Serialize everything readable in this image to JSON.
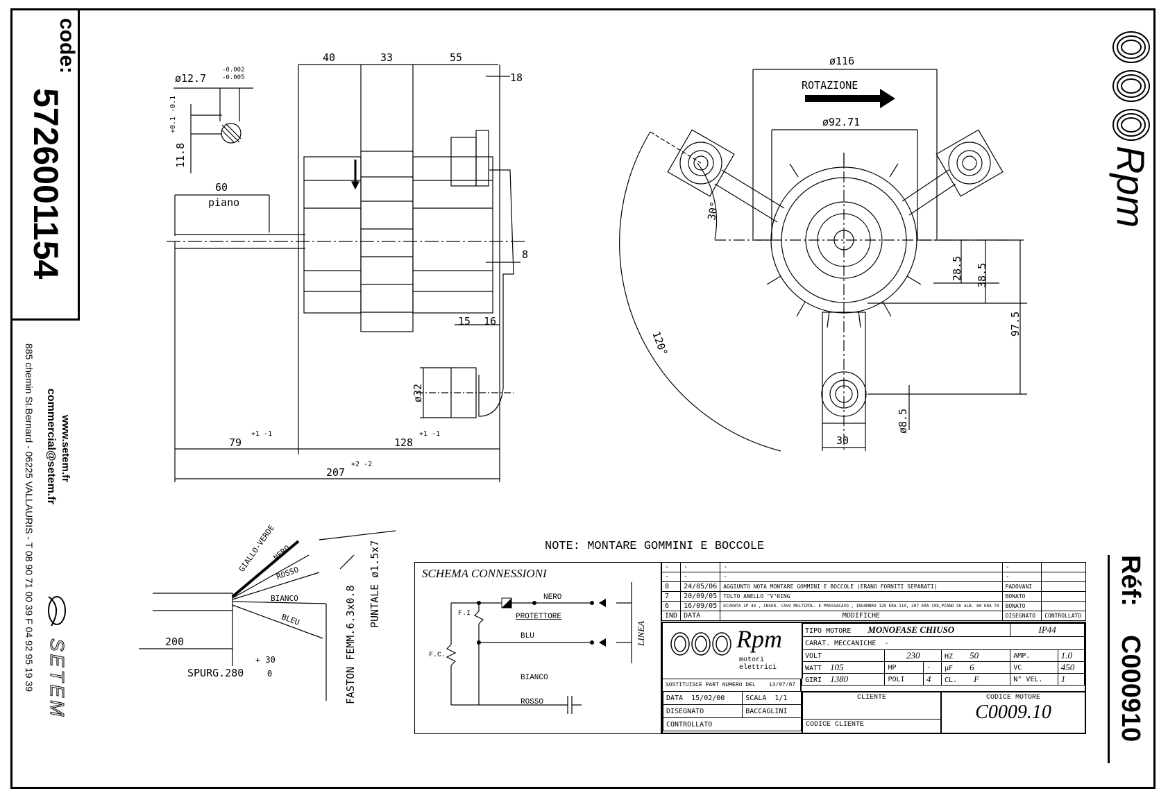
{
  "sidebar_left": {
    "code_label": "code:",
    "code_value": "5726001154",
    "website": "www.setem.fr",
    "email": "commercial@setem.fr",
    "address": "885 chemin St.Bernard  -  06225 VALLAURIS  -  T 08 90 71 00 39  F 04 92 95 19 39",
    "company": "SETEM"
  },
  "sidebar_right": {
    "brand": "Rpm",
    "ref_label": "Réf:",
    "ref_value": "C000910"
  },
  "side_view": {
    "shaft_diameter": "ø12.7",
    "shaft_tol_upper": "-0.002",
    "shaft_tol_lower": "-0.005",
    "flat_dim": "11.8",
    "flat_tol": "+0.1 -0.1",
    "flat_length": "60",
    "flat_label": "piano",
    "dim_a": "40",
    "dim_b": "33",
    "dim_c": "55",
    "dim_d": "18",
    "dim_e": "8",
    "dim_f": "15",
    "dim_g": "16",
    "dim_h": "ø32",
    "dim_shaft": "79",
    "dim_shaft_tol": "+1 -1",
    "dim_body": "128",
    "dim_body_tol": "+1 -1",
    "dim_total": "207",
    "dim_total_tol": "+2 -2"
  },
  "front_view": {
    "outer_diameter": "ø116",
    "rotation_label": "ROTAZIONE",
    "inner_diameter": "ø92.71",
    "angle_a": "30°",
    "angle_b": "120°",
    "dim_a": "28.5",
    "dim_b": "38.5",
    "dim_c": "97.5",
    "dim_d": "30",
    "dim_e": "ø8.5"
  },
  "cable": {
    "wires": [
      "GIALLO-VERDE",
      "NERO",
      "ROSSO",
      "BIANCO",
      "BLEU"
    ],
    "length": "200",
    "strip_label": "SPURG.280",
    "strip_tol_upper": "+ 30",
    "strip_tol_lower": "0",
    "faston_label": "FASTON FEMM.6.3x0.8",
    "puntale_label": "PUNTALE ø1.5x7"
  },
  "note": "NOTE: MONTARE GOMMINI E BOCCOLE",
  "schema": {
    "title": "SCHEMA CONNESSIONI",
    "labels": {
      "nero": "NERO",
      "protettore": "PROTETTORE",
      "blu": "BLU",
      "bianco": "BIANCO",
      "rosso": "ROSSO",
      "fi": "F.I",
      "fc": "F.C.",
      "linea": "LINEA"
    }
  },
  "revisions": {
    "rows": [
      {
        "ind": "-",
        "data": "-",
        "modifiche": "-",
        "disegnato": "-",
        "controllato": ""
      },
      {
        "ind": "-",
        "data": "-",
        "modifiche": "-",
        "disegnato": "-",
        "controllato": ""
      },
      {
        "ind": "8",
        "data": "24/05/06",
        "modifiche": "AGGIUNTO NOTA MONTARE GOMMINI E BOCCOLE (ERANO FORNITI SEPARATI)",
        "disegnato": "PADOVANI",
        "controllato": ""
      },
      {
        "ind": "7",
        "data": "20/09/05",
        "modifiche": "TOLTO ANELLO \"V\"RING",
        "disegnato": "BONATO",
        "controllato": ""
      },
      {
        "ind": "6",
        "data": "16/09/05",
        "modifiche": "DIVENTA IP 44 , INSER. CAVO MULTIPOL. E PRESSACAVO , INGOMBRO 129 ERA 119, 207 ERA 198,PIANO SU ALB. 60 ERA 70",
        "disegnato": "BONATO",
        "controllato": ""
      }
    ],
    "headers": {
      "ind": "IND",
      "data": "DATA",
      "modifiche": "MODIFICHE",
      "disegnato": "DISEGNATO",
      "controllato": "CONTROLLATO"
    }
  },
  "title_block": {
    "brand": "Rpm",
    "brand_sub": "motori elettrici",
    "tipo_motore_label": "TIPO MOTORE",
    "tipo_motore": "MONOFASE CHIUSO",
    "ip": "IP44",
    "carat_label": "CARAT. MECCANICHE",
    "carat_value": "-",
    "volt_label": "VOLT",
    "volt": "230",
    "hz_label": "HZ",
    "hz": "50",
    "amp_label": "AMP.",
    "amp": "1.0",
    "watt_label": "WATT",
    "watt": "105",
    "hp_label": "HP",
    "hp": "-",
    "uf_label": "µF",
    "uf": "6",
    "vc_label": "VC",
    "vc": "450",
    "giri_label": "GIRI",
    "giri": "1380",
    "poli_label": "POLI",
    "poli": "4",
    "cl_label": "CL.",
    "cl": "F",
    "nvel_label": "N° VEL.",
    "nvel": "1",
    "sostituisce": "SOSTITUISCE PART NUMERO DEL",
    "sostituisce_date": "13/07/87",
    "data_label": "DATA",
    "data": "15/02/00",
    "scala_label": "SCALA",
    "scala": "1/1",
    "disegnato_label": "DISEGNATO",
    "disegnato": "BACCAGLINI",
    "controllato_label": "CONTROLLATO",
    "cliente_label": "CLIENTE",
    "codice_cliente_label": "CODICE CLIENTE",
    "codice_motore_label": "CODICE MOTORE",
    "codice_motore": "C0009.10"
  }
}
